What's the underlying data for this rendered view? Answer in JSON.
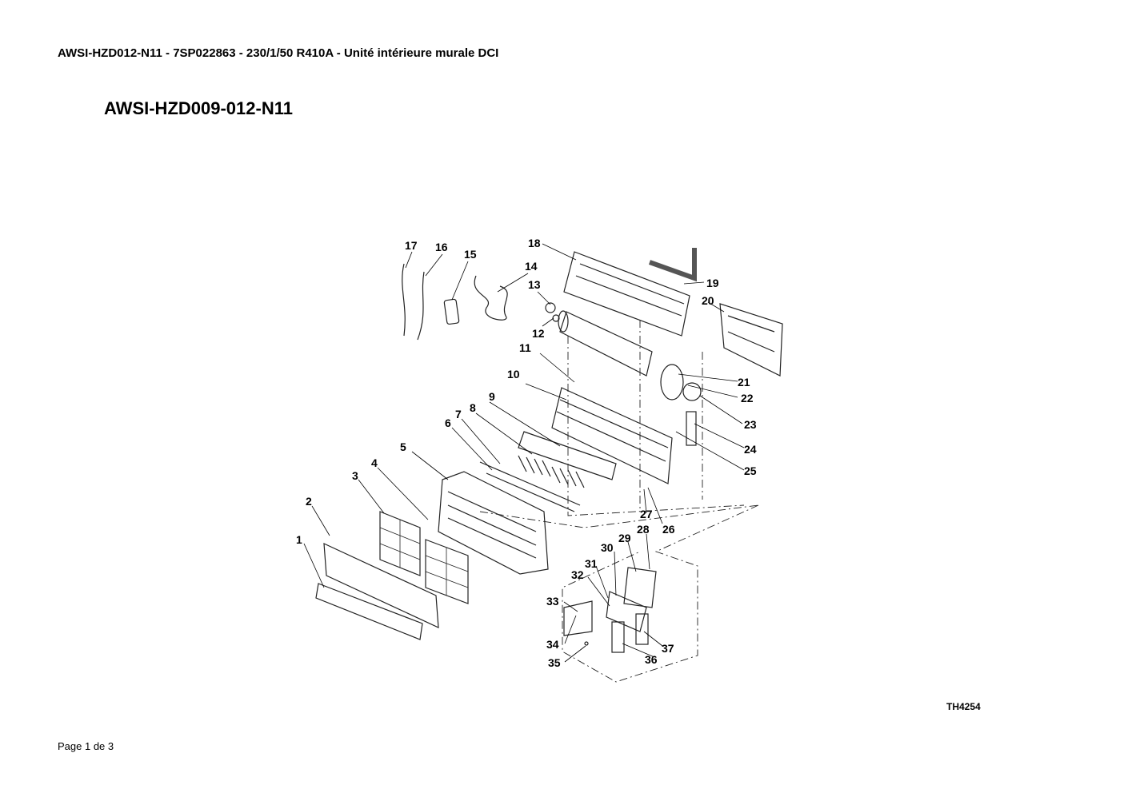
{
  "header": "AWSI-HZD012-N11 - 7SP022863 - 230/1/50 R410A - Unité intérieure murale DCI",
  "model_title": "AWSI-HZD009-012-N11",
  "diagram": {
    "part_labels": [
      "1",
      "2",
      "3",
      "4",
      "5",
      "6",
      "7",
      "8",
      "9",
      "10",
      "11",
      "12",
      "13",
      "14",
      "15",
      "16",
      "17",
      "18",
      "19",
      "20",
      "21",
      "22",
      "23",
      "24",
      "25",
      "26",
      "27",
      "28",
      "29",
      "30",
      "31",
      "32",
      "33",
      "34",
      "35",
      "36",
      "37"
    ]
  },
  "reference_code": "TH4254",
  "footer": "Page 1 de 3"
}
